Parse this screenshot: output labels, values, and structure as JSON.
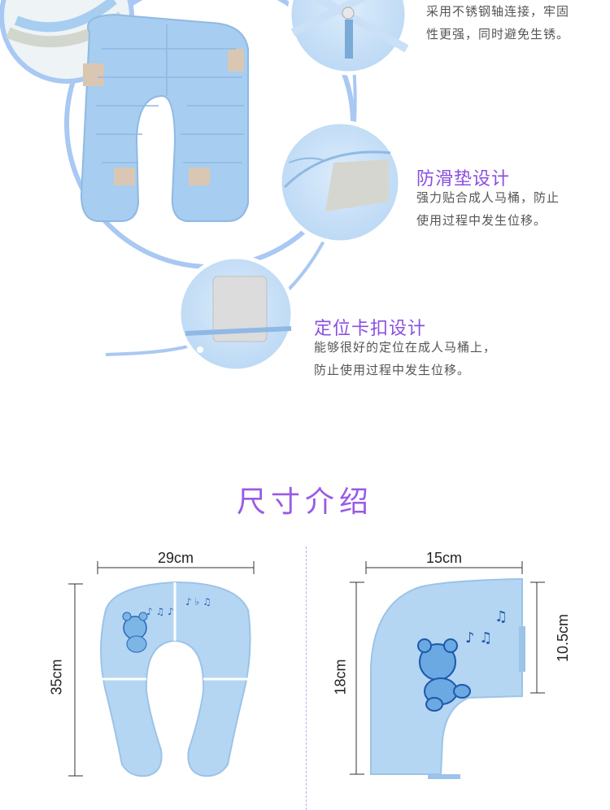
{
  "features": [
    {
      "lines": [
        "采用不锈钢轴连接，牢固",
        "性更强，同时避免生锈。"
      ]
    },
    {
      "title": "防滑垫设计",
      "lines": [
        "强力贴合成人马桶，防止",
        "使用过程中发生位移。"
      ]
    },
    {
      "title": "定位卡扣设计",
      "lines": [
        "能够很好的定位在成人马桶上，",
        "防止使用过程中发生位移。"
      ]
    }
  ],
  "size_section": {
    "title": "尺寸介绍",
    "unfolded": {
      "width": "29cm",
      "height": "35cm"
    },
    "folded": {
      "width": "15cm",
      "height": "18cm",
      "depth": "10.5cm"
    }
  },
  "colors": {
    "accent_purple": "#8a4fe0",
    "arc_blue": "#a9c8f3",
    "seat_blue": "#a7cdf0"
  }
}
